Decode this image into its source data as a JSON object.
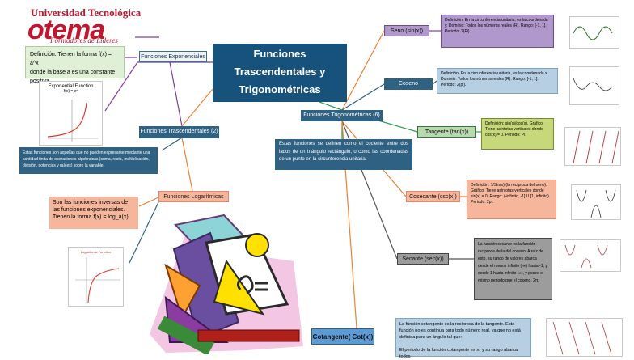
{
  "logo": {
    "line1": "Universidad Tecnológica",
    "line2": "otema",
    "line3": "Formadores de Líderes"
  },
  "title": "Funciones Trascendentales y Trigonométricas",
  "nodes": {
    "exponenciales": "Funciones Exponenciales",
    "trascendentales": "Funciones Trascendentales (2)",
    "logaritmicas": "Funciones Logarítmicas",
    "trigonometricas": "Funciones Trigonométricas (6)",
    "seno": "Seno (sin(x))",
    "coseno": "Coseno",
    "tangente": "Tangente (tan(x))",
    "cosecante": "Cosecante (csc(x))",
    "secante": "Secante (sec(x))",
    "cotangente": "Cotangente( Cot(x))"
  },
  "texts": {
    "exp_def": "Definición: Tienen la forma f(x) = a^x",
    "exp_base": "donde la base a es una constante positiva",
    "trasc_desc": "Estas funciones son aquellas que no pueden expresarse mediante una cantidad finita de operaciones algebraicas (suma, resta, multiplicación, división, potencias y raíces) sobre la variable.",
    "log_desc": "Son las funciones inversas de las funciones exponenciales. Tienen la forma f(x) = log_a(x).",
    "trig_desc": "Estas funciones se definen como el cociente entre dos lados de un triángulo rectángulo, o como las coordenadas de un punto en la circunferencia unitaria.",
    "seno_info": "Definición: En la circunferencia unitaria, es la coordenada y. Dominio: Todos los números reales (R). Rango: [-1, 1]. Periodo: 2(Pi).",
    "coseno_info": "Definición: En la circunferencia unitaria, es la coordenada x. Dominio: Todos los números reales (R). Rango: [-1, 1]. Periodo: 2(pi).",
    "tangente_info": "Definición: sin(x)/cos(x). Gráfico: Tiene asíntotas verticales donde cos(x) = 0. Periodo: Pi.",
    "cosecante_info": "Definición: 1/Sin(x) (la recíproca del seno). Gráfico: Tiene asíntotas verticales donde sin(x) = 0. Rango: (-infinito, -1] U [1, infinito). Periodo: 2pi.",
    "secante_info": "La función secante es la función recíproca de la del coseno. A raíz de esto, su rango de valores abarca desde el menos infinito (-∞) hasta -1, y desde 1 hasta infinito (∞), y posee el mismo periodo que el coseno, 2π.",
    "cot_info1": "La función cotangente es la recíproca de la tangente. Esta función no es continua para todo número real, ya que no está definida para un ángulo tal que:",
    "cot_info2": "El periodo de la función cotangente es π, y su rango abarca todos"
  },
  "exp_graph": {
    "title": "Exponential Function",
    "formula": "f(x) = eˣ"
  },
  "log_graph": {
    "title": "Logarithmic Function"
  },
  "colors": {
    "title_bg": "#17527c",
    "node_blue": "#2f6183",
    "peach": "#f6b69c",
    "seno_purple": "#b198cc",
    "lightblue": "#b6cfe3",
    "green": "#b8d8b0",
    "gray": "#9c9c9c",
    "cot_blue": "#5c9bd5",
    "yellow_green": "#c7d87a"
  }
}
